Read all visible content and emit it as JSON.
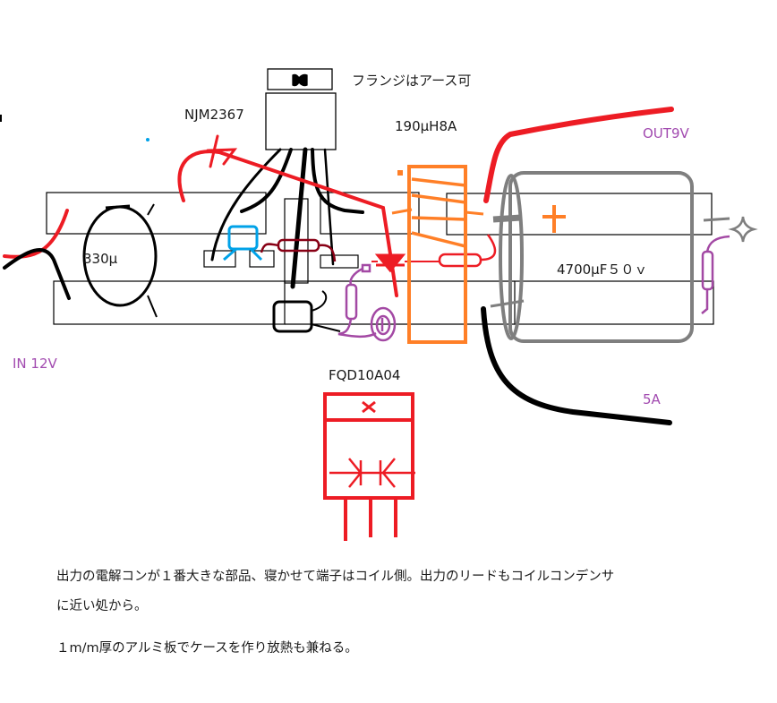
{
  "labels": {
    "flange_note": "フランジはアース可",
    "regulator_ic": "NJM2367",
    "inductor": "190μH8A",
    "output_voltage": "OUT9V",
    "input_cap": "330μ",
    "output_cap": "4700μF５０ｖ",
    "input_voltage": "IN 12V",
    "mosfet": "FQD10A04",
    "output_current": "5A"
  },
  "notes": {
    "line1": "出力の電解コンが１番大きな部品、寝かせて端子はコイル側。出力のリードもコイルコンデンサ",
    "line2": "に近い処から。",
    "line3": "１m/m厚のアルミ板でケースを作り放熱も兼ねる。"
  },
  "colors": {
    "wire_red": "#ed1c24",
    "wire_black": "#000000",
    "inductor_orange": "#ff7f27",
    "capacitor_gray": "#7f7f7f",
    "resistor_purple": "#a349a4",
    "resistor_darkred": "#880015",
    "part_blue": "#00a2e8"
  }
}
